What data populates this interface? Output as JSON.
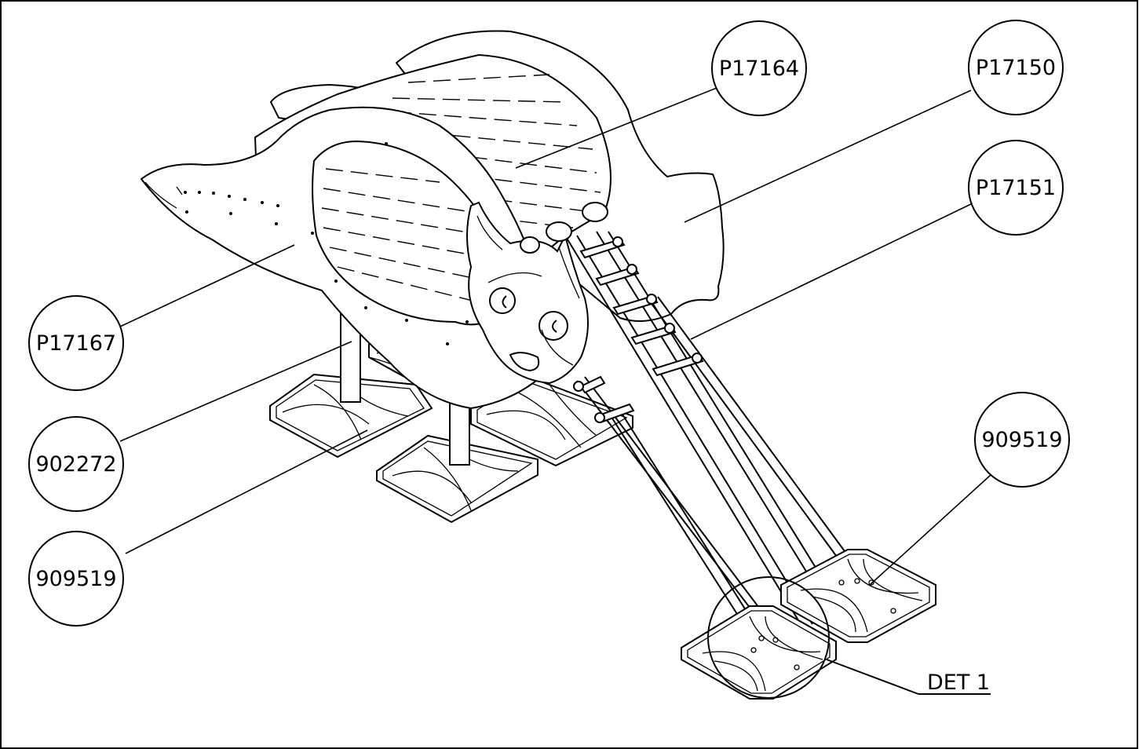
{
  "colors": {
    "line": "#000000",
    "background": "#ffffff"
  },
  "callouts": [
    {
      "id": "balloon-p17164",
      "label": "P17164"
    },
    {
      "id": "balloon-p17150",
      "label": "P17150"
    },
    {
      "id": "balloon-p17151",
      "label": "P17151"
    },
    {
      "id": "balloon-p17167",
      "label": "P17167"
    },
    {
      "id": "balloon-902272-left",
      "label": "902272"
    },
    {
      "id": "balloon-909519-left",
      "label": "909519"
    },
    {
      "id": "balloon-909519-right",
      "label": "909519"
    }
  ],
  "detail": {
    "label": "DET 1"
  }
}
